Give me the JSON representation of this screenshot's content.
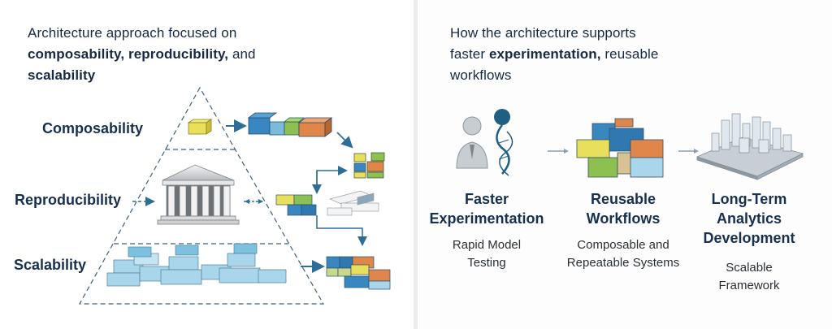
{
  "left_panel": {
    "heading_line1": "Architecture approach focused on",
    "heading_bold": "composability, reproducibility,",
    "heading_and": " and",
    "heading_line3": "scalability",
    "tiers": [
      {
        "label": "Composability"
      },
      {
        "label": "Reproducibility"
      },
      {
        "label": "Scalability"
      }
    ]
  },
  "right_panel": {
    "heading_line1": "How the architecture supports",
    "heading_pre": "faster ",
    "heading_bold": "experimentation,",
    "heading_post": " reusable",
    "heading_line3": "workflows",
    "columns": [
      {
        "title_lines": [
          "Faster",
          "Experimentation"
        ],
        "title": "Faster Experimentation",
        "desc_lines": [
          "Rapid Model",
          "Testing"
        ],
        "icon": "scientist-dna-icon"
      },
      {
        "title_lines": [
          "Reusable",
          "Workflows"
        ],
        "title": "Reusable Workflows",
        "desc_lines": [
          "Composable and",
          "Repeatable Systems"
        ],
        "icon": "stacked-blocks-icon"
      },
      {
        "title_lines": [
          "Long-Term",
          "Analytics",
          "Development"
        ],
        "title": "Long-Term Analytics Development",
        "desc_lines": [
          "Scalable",
          "Framework"
        ],
        "icon": "city-model-icon"
      }
    ]
  },
  "colors": {
    "navy_text": "#16304f",
    "arrow_blue": "#2f6d99",
    "block_blue": "#3a86c0",
    "block_green": "#8cc152",
    "block_yellow": "#e8e05a",
    "block_orange": "#e0864a",
    "block_lightblue": "#a9d6ea"
  }
}
